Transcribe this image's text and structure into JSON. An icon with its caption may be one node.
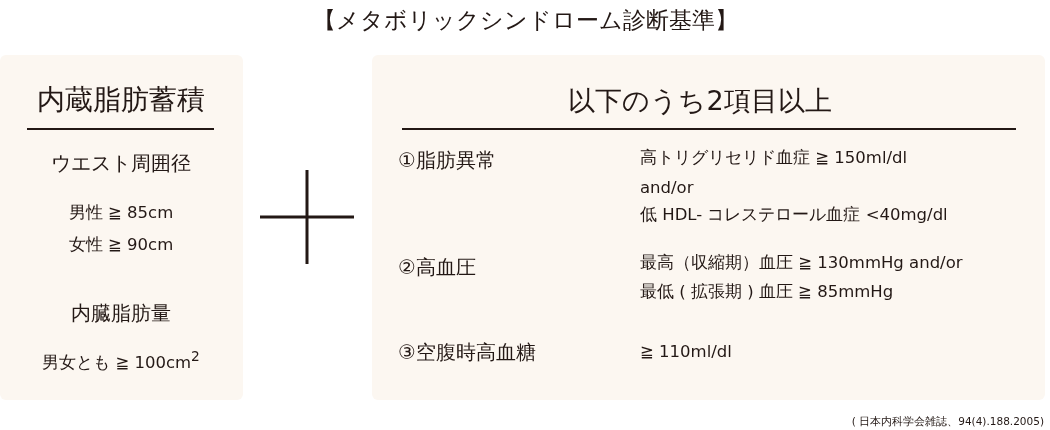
{
  "diagram": {
    "title": "【メタボリックシンドローム診断基準】",
    "caption": "( 日本内科学会雑誌、94(4).188.2005)",
    "nodes": [
      {
        "text": [
          "内蔵脂肪蓄積",
          "ウエスト周囲径",
          "男性 ≧ 85cm",
          "女性 ≧ 90cm",
          "内臓脂肪量",
          "男女とも ≧ 100cm$^{2}$"
        ]
      },
      {
        "text": [
          "以下のうち2項目以上",
          "①脂肪異常",
          "高トリグリセリド血症 ≧ 150ml/dl",
          "and/or",
          "低 HDL- コレステロール血症 <40mg/dl",
          "②高血圧",
          "最高（収縮期）血圧 ≧ 130mmHg and/or",
          "最低 ( 拡張期 ) 血圧 ≧ 85mmHg",
          "③空腹時高血糖",
          "≧ 110ml/dl"
        ]
      }
    ]
  }
}
